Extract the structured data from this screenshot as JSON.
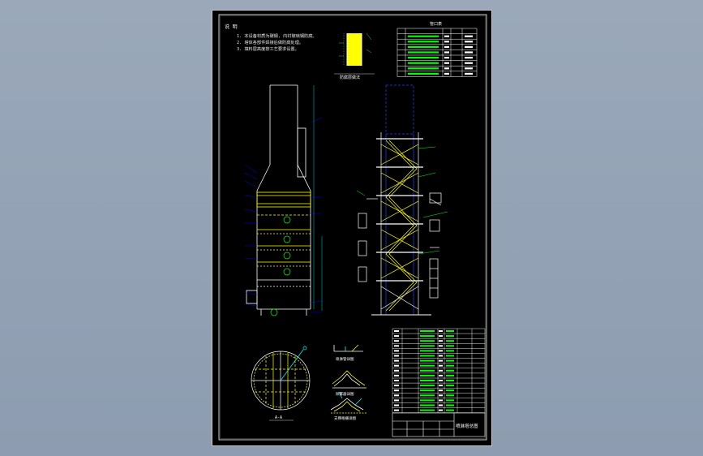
{
  "drawing": {
    "notes_title": "说 明",
    "notes_lines": [
      "1. 本设备材质为碳钢, 内衬玻璃钢防腐。",
      "2. 塔体各部件焊接后做防腐处理。",
      "3. 填料层高度按工艺要求设置。"
    ],
    "detail_label": "防腐层做法",
    "upper_table_title": "管口表",
    "section_label": "A-A",
    "detail_labels": [
      "喷淋管详图",
      "除雾器详图",
      "支撑格栅详图"
    ],
    "title_block_name": "喷淋塔总图"
  },
  "colors": {
    "background": "#9aa8ba",
    "sheet": "#000000",
    "frame": "#ffffff",
    "accent_yellow": "#ffff00",
    "accent_cyan": "#00ffff",
    "accent_blue": "#2040ff",
    "accent_green": "#00ff00",
    "accent_magenta": "#ff00ff"
  }
}
